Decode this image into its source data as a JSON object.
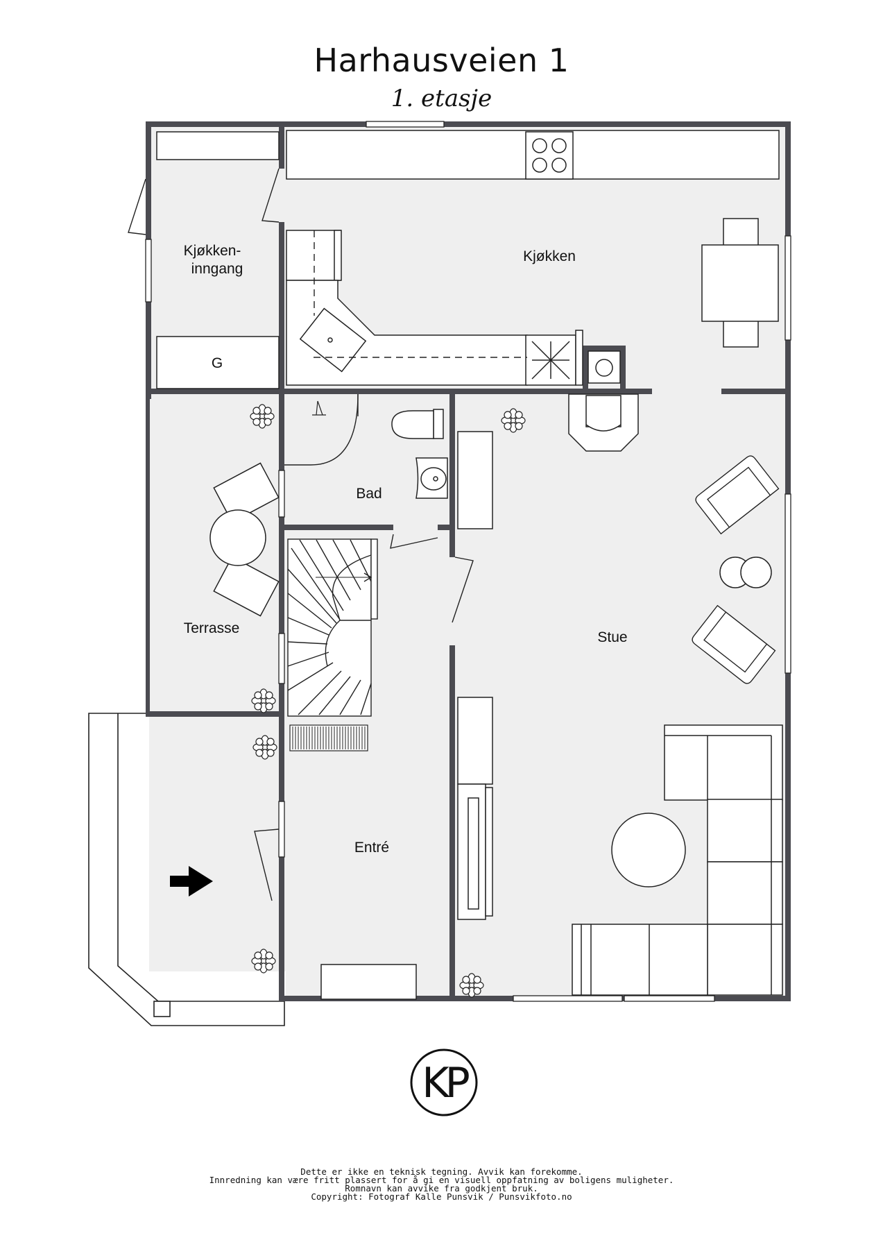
{
  "header": {
    "title": "Harhausveien 1",
    "subtitle": "1. etasje"
  },
  "rooms": {
    "kjokkeninngang": [
      "Kjøkken-",
      "inngang"
    ],
    "garderobe": "G",
    "kjokken": "Kjøkken",
    "bad": "Bad",
    "terrasse": "Terrasse",
    "stue": "Stue",
    "entre": "Entré"
  },
  "logo": {
    "text": "KP"
  },
  "footer": {
    "line1": "Dette er ikke en teknisk tegning. Avvik kan forekomme.",
    "line2": "Innredning kan være fritt plassert for å gi en visuell oppfatning av boligens muligheter.",
    "line3": "Romnavn kan avvike fra godkjent bruk.",
    "line4": "Copyright: Fotograf Kalle Punsvik / Punsvikfoto.no"
  },
  "colors": {
    "wall": "#4b4b51",
    "floor": "#efefef",
    "line": "#222222"
  }
}
